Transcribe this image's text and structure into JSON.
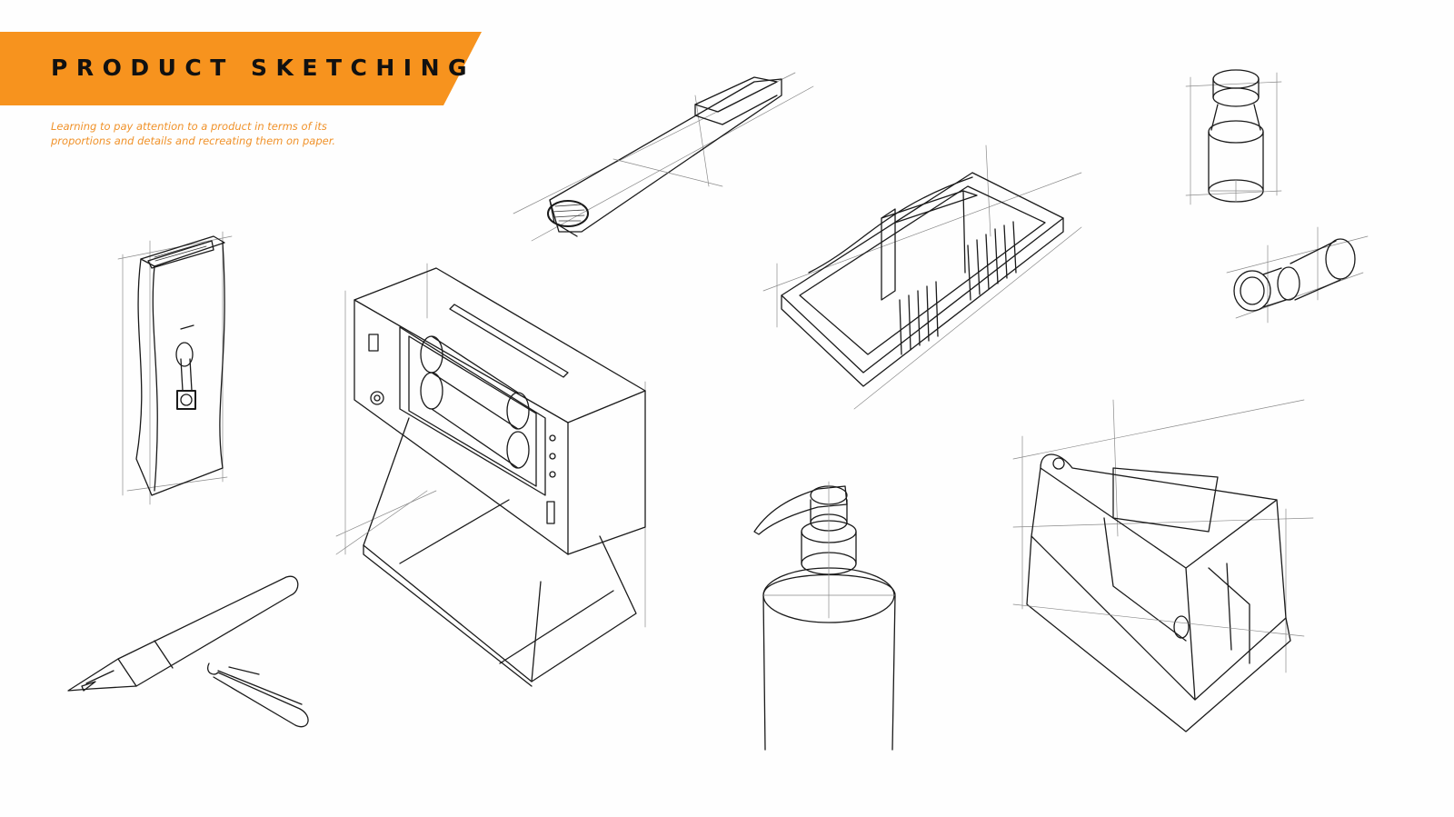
{
  "header": {
    "title": "PRODUCT SKETCHING",
    "subtitle_line1": "Learning to pay attention to a product in terms of its",
    "subtitle_line2": "proportions and details and recreating them on paper.",
    "accent_color": "#f7931e",
    "subtitle_color": "#f0922a"
  },
  "sketches": [
    {
      "name": "razor-sketch"
    },
    {
      "name": "usb-stick-sketch"
    },
    {
      "name": "radio-speaker-sketch"
    },
    {
      "name": "tray-organizer-sketch"
    },
    {
      "name": "small-bottle-sketch"
    },
    {
      "name": "cylinder-sketch"
    },
    {
      "name": "fountain-pen-sketch"
    },
    {
      "name": "pump-bottle-sketch"
    },
    {
      "name": "box-dispenser-sketch"
    }
  ]
}
